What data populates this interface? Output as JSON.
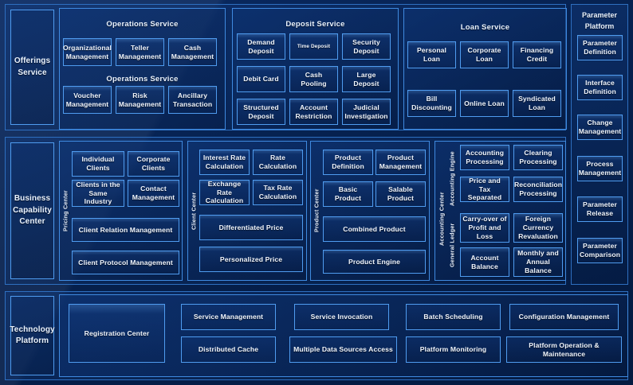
{
  "rows": {
    "offerings": {
      "pillar": "Offerings\nService",
      "groups": [
        {
          "title": "Operations Service",
          "extra_title": "Operations Service",
          "items": [
            "Organizational Management",
            "Teller Management",
            "Cash Management",
            "Voucher Management",
            "Risk Management",
            "Ancillary Transaction"
          ]
        },
        {
          "title": "Deposit Service",
          "items": [
            "Demand Deposit",
            "Time Deposit",
            "Security Deposit",
            "Debit Card",
            "Cash Pooling",
            "Large Deposit",
            "Structured Deposit",
            "Account Restriction",
            "Judicial Investigation"
          ]
        },
        {
          "title": "Loan Service",
          "items": [
            "Personal Loan",
            "Corporate Loan",
            "Financing Credit",
            "Bill Discounting",
            "Online Loan",
            "Syndicated Loan"
          ]
        }
      ]
    },
    "business": {
      "pillar": "Business\nCapability\nCenter",
      "groups": [
        {
          "vlabel": "Pricing Center",
          "items": [
            "Individual Clients",
            "Corporate Clients",
            "Clients in the Same Industry",
            "Contact Management",
            "Client Relation Management",
            "Client Protocol Management"
          ]
        },
        {
          "vlabel": "Client Center",
          "items": [
            "Interest Rate Calculation",
            "Rate Calculation",
            "Exchange Rate Calculation",
            "Tax Rate Calculation",
            "Differentiated Price",
            "Personalized Price"
          ]
        },
        {
          "vlabel": "Product Center",
          "items": [
            "Product Definition",
            "Product Management",
            "Basic Product",
            "Salable Product",
            "Combined Product",
            "Product Engine"
          ]
        },
        {
          "vlabel": "Accounting Center",
          "sub": [
            {
              "vlabel": "Accounting Engine",
              "items": [
                "Accounting Processing",
                "Clearing Processing",
                "Price and Tax Separated",
                "Reconciliation Processing"
              ]
            },
            {
              "vlabel": "General  Ledger",
              "items": [
                "Carry-over of Profit and Loss",
                "Foreign Currency Revaluation",
                "Account Balance",
                "Monthly and Annual Balance"
              ]
            }
          ]
        }
      ]
    },
    "technology": {
      "pillar": "Technology\nPlatform",
      "wide_item": "Registration Center",
      "items": [
        "Service Management",
        "Service Invocation",
        "Batch Scheduling",
        "Configuration Management",
        "Distributed Cache",
        "Multiple Data Sources Access",
        "Platform Monitoring",
        "Platform Operation & Maintenance"
      ]
    }
  },
  "parameter_platform": {
    "title_line1": "Parameter",
    "title_line2": "Platform",
    "items": [
      "Parameter Definition",
      "Interface Definition",
      "Change Management",
      "Process Management",
      "Parameter Release",
      "Parameter Comparison"
    ]
  },
  "colors": {
    "background": "#06214f",
    "border_light": "#4f9cf0",
    "border_mid": "#3f8ae0",
    "border_dark": "#2e6fc0",
    "text": "#f2f7ff"
  }
}
